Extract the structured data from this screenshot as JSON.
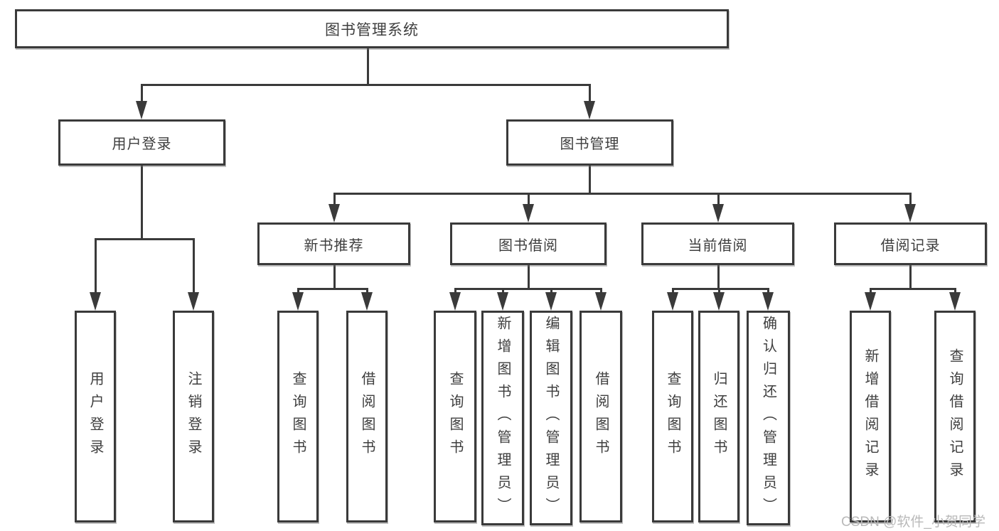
{
  "colors": {
    "line": "#3a3a3a",
    "text": "#3e3e3e",
    "bg": "#ffffff",
    "box-bg": "#ffffff",
    "watermark": "#b9b9b9"
  },
  "diagram": {
    "title": "图书管理系统",
    "user": {
      "label": "用户登录",
      "children": [
        "用户登录",
        "注销登录"
      ]
    },
    "mgmt": {
      "label": "图书管理",
      "groups": [
        {
          "label": "新书推荐",
          "children": [
            "查询图书",
            "借阅图书"
          ]
        },
        {
          "label": "图书借阅",
          "children": [
            "查询图书",
            "新增图书（管理员）",
            "编辑图书（管理员）",
            "借阅图书"
          ]
        },
        {
          "label": "当前借阅",
          "children": [
            "查询图书",
            "归还图书",
            "确认归还（管理员）"
          ]
        },
        {
          "label": "借阅记录",
          "children": [
            "新增借阅记录",
            "查询借阅记录"
          ]
        }
      ]
    }
  },
  "watermark": {
    "text": "CSDN @软件_小贺同学"
  }
}
